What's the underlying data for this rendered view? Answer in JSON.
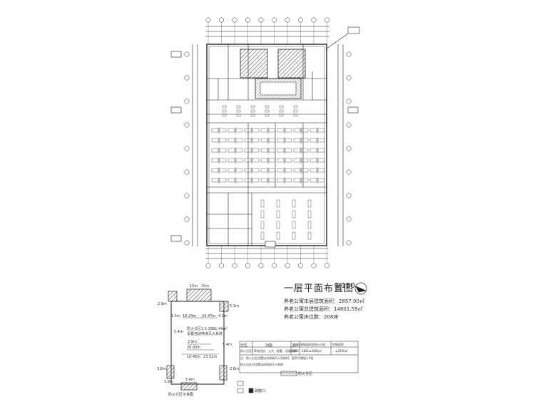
{
  "drawing": {
    "title": "一层平面布置图",
    "scale": "1:150",
    "stats": [
      "养老公寓本层建筑面积：2857.00㎡",
      "养老公寓总建筑面积：14801.59㎡",
      "养老公寓床位数：208床"
    ]
  },
  "inset": {
    "dims": [
      "15m",
      "15m",
      "2.9m",
      "5.1m",
      "4.1m",
      "1.5m",
      "18.24m",
      "24.47m",
      "5.4m",
      "26.93m",
      "2.9m",
      "16.45m",
      "23.51m",
      "5.4m",
      "3.8m",
      "5.4m",
      "2.6m",
      "3.8m"
    ],
    "note_line1": "防火分区1.5-2881.44m²",
    "note_line2": "设置自动喷淋灭火系统",
    "caption": "防火分区示意图"
  },
  "legend_table": {
    "header": [
      "分区",
      "功能",
      "面积",
      "建筑面积及防火分区",
      "控制面积"
    ],
    "row1": [
      "防火分区1",
      "养老用房、公共、配套、设备用房",
      "2881",
      "2881≤3000㎡",
      "≤2500㎡"
    ],
    "note1": "注：防火分区设置自动喷淋灭火系统时，面积可增加1.0倍",
    "note2": "防火分区内设置自动喷淋灭火系统"
  },
  "legend_key": [
    "防火分区",
    "疏散口"
  ],
  "colors": {
    "line": "#222222",
    "hatch": "#555555",
    "bg": "#ffffff"
  }
}
